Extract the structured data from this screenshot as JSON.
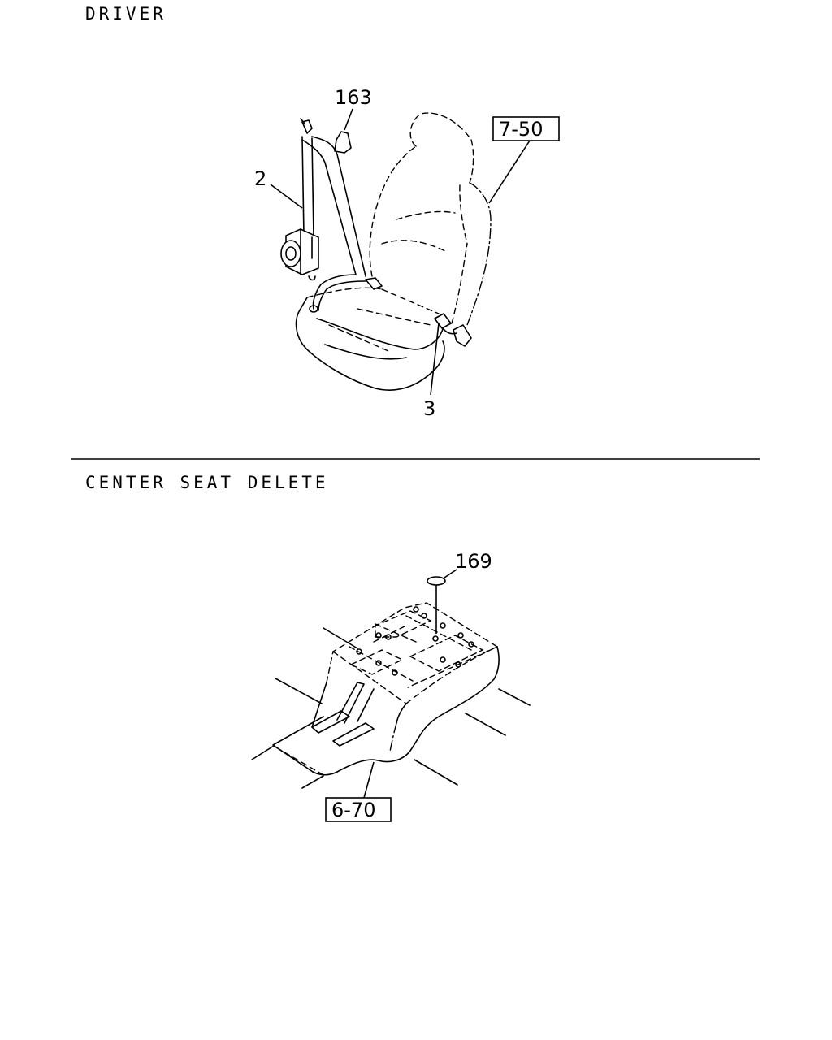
{
  "sections": {
    "driver": {
      "title": "DRIVER",
      "callouts": {
        "anchor": "163",
        "retractor": "2",
        "buckle": "3"
      },
      "reference": "7-50"
    },
    "center_seat_delete": {
      "title": "CENTER SEAT DELETE",
      "callouts": {
        "plug": "169"
      },
      "reference": "6-70"
    }
  }
}
